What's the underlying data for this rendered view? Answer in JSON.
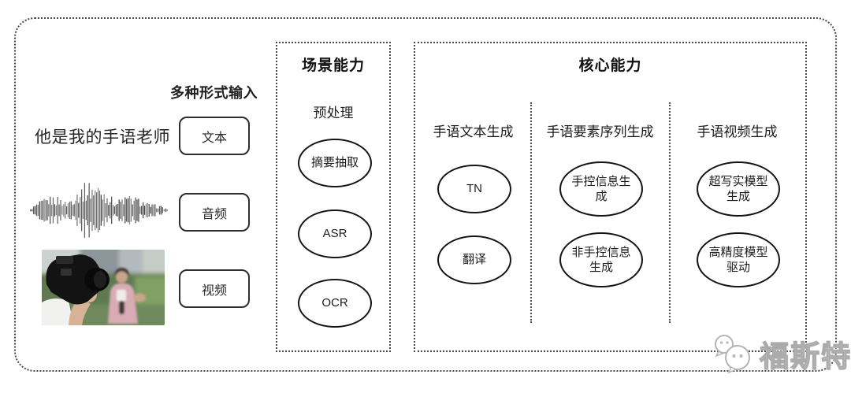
{
  "colors": {
    "border_line": "#4a4a4a",
    "ellipse_stroke": "#141414",
    "text": "#1f1f1f",
    "watermark_gray": "#ababab"
  },
  "input": {
    "heading": "多种形式输入",
    "sentence": "他是我的手语老师",
    "types": [
      {
        "label": "文本"
      },
      {
        "label": "音频"
      },
      {
        "label": "视频"
      }
    ],
    "waveform_icon": "audio-waveform-icon",
    "photo_icon": "reporter-filming-photo"
  },
  "scene": {
    "title": "场景能力",
    "stage": "预处理",
    "nodes": [
      {
        "label": "摘要抽取"
      },
      {
        "label": "ASR"
      },
      {
        "label": "OCR"
      }
    ]
  },
  "core": {
    "title": "核心能力",
    "columns": [
      {
        "header": "手语文本生成",
        "nodes": [
          {
            "label": "TN"
          },
          {
            "label": "翻译"
          }
        ]
      },
      {
        "header": "手语要素序列生成",
        "nodes": [
          {
            "label": "手控信息生成"
          },
          {
            "label": "非手控信息生成"
          }
        ]
      },
      {
        "header": "手语视频生成",
        "nodes": [
          {
            "label": "超写实模型生成"
          },
          {
            "label": "高精度模型驱动"
          }
        ]
      }
    ]
  },
  "watermark": {
    "text": "福斯特",
    "icon": "chat-bubbles-icon"
  }
}
